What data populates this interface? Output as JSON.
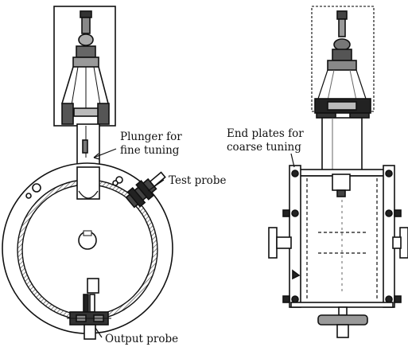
{
  "labels": {
    "plunger_line1": "Plunger for",
    "plunger_line2": "fine tuning",
    "test_probe": "Test probe",
    "end_plates_line1": "End plates for",
    "end_plates_line2": "coarse tuning",
    "output_probe": "Output probe"
  },
  "colors": {
    "ink": "#111111",
    "paper": "#ffffff",
    "hatch": "#555555"
  }
}
